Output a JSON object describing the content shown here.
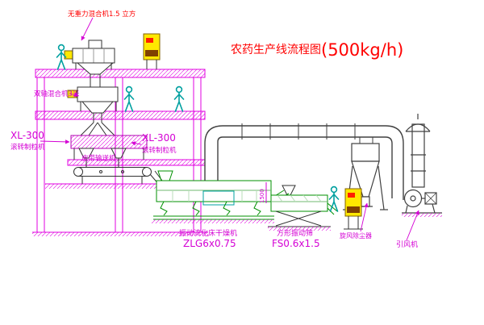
{
  "title": {
    "text": "农药生产线流程图",
    "capacity": "(500kg/h)"
  },
  "labels": {
    "gravity_mixer": "无重力混合机1.5 立方",
    "twin_shaft_mixer": "双轴混合机3米",
    "granulator_left_model": "XL-300",
    "granulator_left_name": "滚转制粒机",
    "granulator_mid_model": "XL-300",
    "granulator_mid_name": "滚转制粒机",
    "belt_conveyor": "皮带输送机",
    "dryer_name": "振动流化床干燥机",
    "dryer_model": "ZLG6x0.75",
    "sieve_name": "方形振动筛",
    "sieve_model": "FS0.6x1.5",
    "cyclone": "旋风除尘器",
    "fan": "引风机"
  },
  "dimensions": {
    "sieve_inlet_height": "1500"
  },
  "colors": {
    "structure_magenta": "#E100E1",
    "label_magenta": "#D400D4",
    "title_red": "#FF0000",
    "figure_cyan": "#00A0A0",
    "equipment_green": "#009000",
    "cabinet_yellow": "#FFE800",
    "duct_dark": "#404040"
  }
}
